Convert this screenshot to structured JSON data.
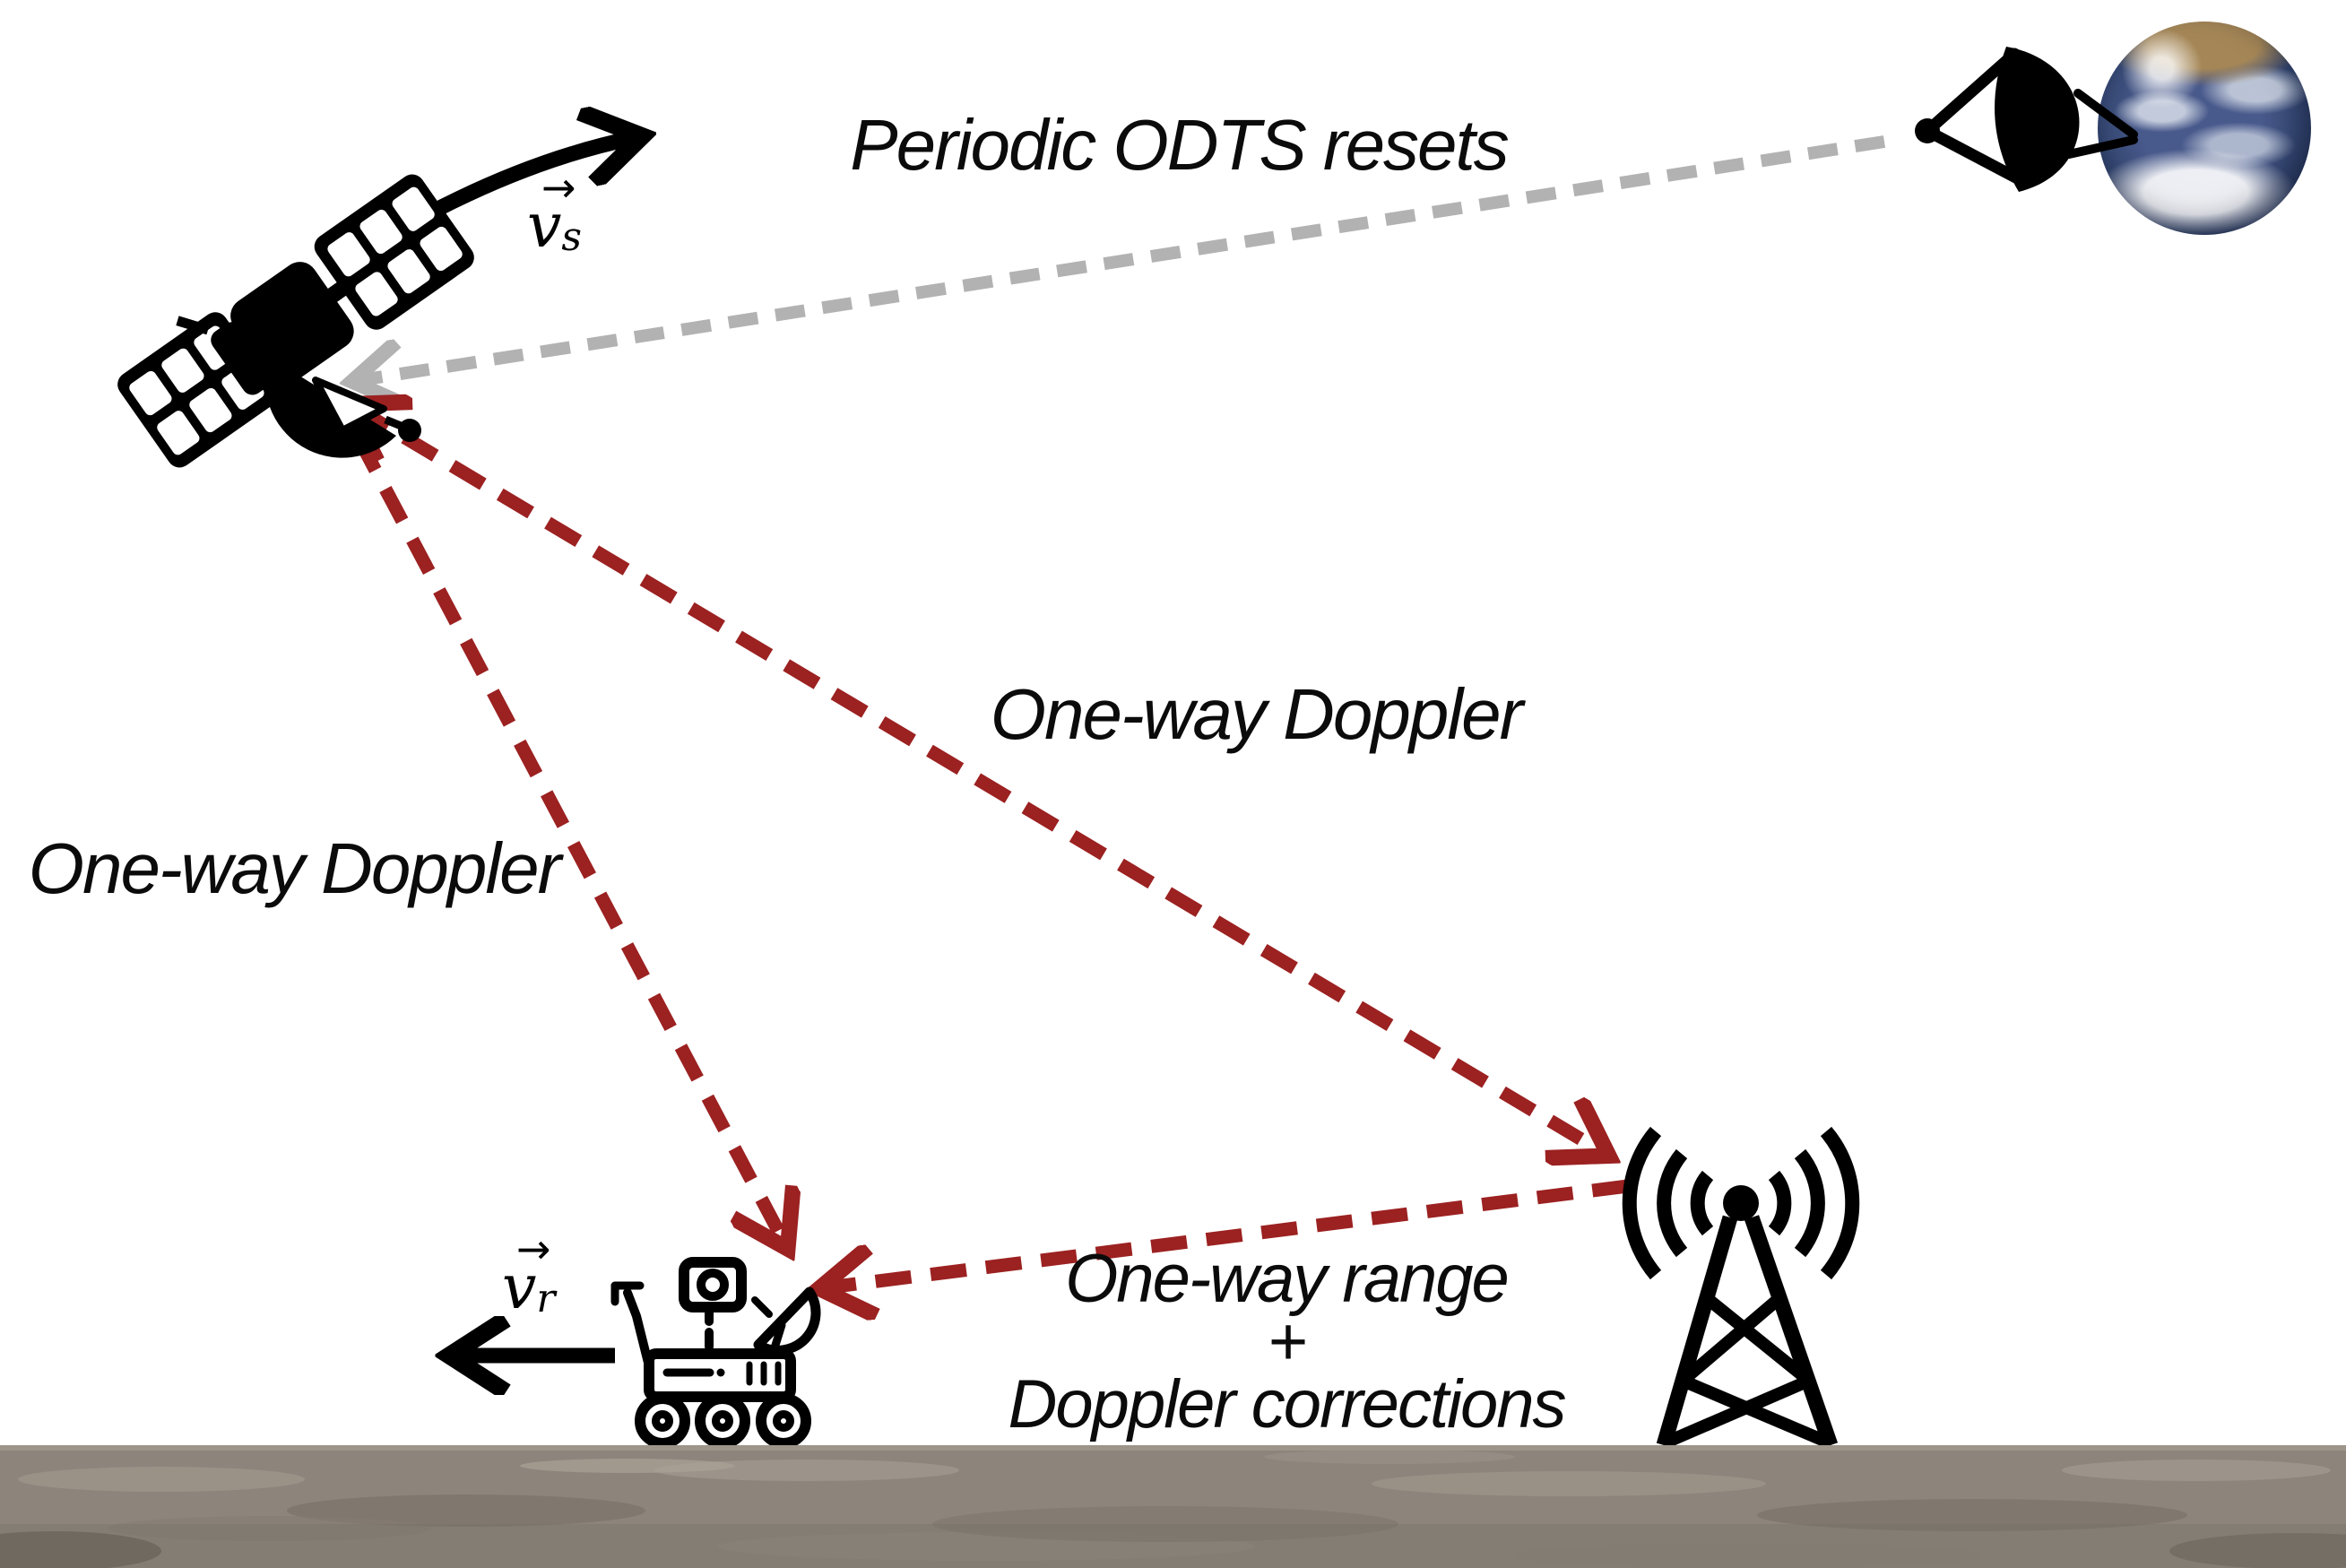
{
  "diagram": {
    "description": "Lunar relay navigation concept: satellite, Earth ground station, surface rover and surface radio tower linked by signal arrows over the lunar surface"
  },
  "labels": {
    "odts": "Periodic ODTS resets",
    "doppler_left": "One-way Doppler",
    "doppler_mid": "One-way Doppler",
    "range_line1": "One-way range",
    "range_plus": "+",
    "range_line2": "Doppler corrections",
    "sat_velocity": {
      "arrow": "→",
      "symbol": "v",
      "subscript": "s"
    },
    "rover_velocity": {
      "arrow": "→",
      "symbol": "v",
      "subscript": "r"
    }
  },
  "colors": {
    "background": "#ffffff",
    "link_red": "#9c2121",
    "link_gray": "#b2b2b2",
    "icon_black": "#000000",
    "text": "#0b0b0b",
    "moon_base": "#8d857c"
  },
  "icons": {
    "satellite": "satellite-icon (black silhouette, two solar panels, relay dish)",
    "earth": "earth-photo-sphere",
    "ground_station": "ground-dish-icon (black parabolic dish on tripod)",
    "rover": "rover-icon (outline rover, 3 wheels, camera mast, dish, arm)",
    "radio_tower": "radio-tower-icon (lattice tower with signal arcs)",
    "moon_surface": "lunar-surface-strip"
  },
  "links": [
    {
      "name": "earth-to-satellite",
      "style": "gray dashed",
      "label": "Periodic ODTS resets",
      "arrow": "into satellite"
    },
    {
      "name": "satellite-tower",
      "style": "dark-red dashed",
      "label": "One-way Doppler",
      "arrow": "both ends"
    },
    {
      "name": "satellite-to-rover",
      "style": "dark-red dashed",
      "label": "One-way Doppler",
      "arrow": "into rover"
    },
    {
      "name": "tower-to-rover",
      "style": "dark-red dashed",
      "label": "One-way range + Doppler corrections",
      "arrow": "into rover"
    }
  ]
}
